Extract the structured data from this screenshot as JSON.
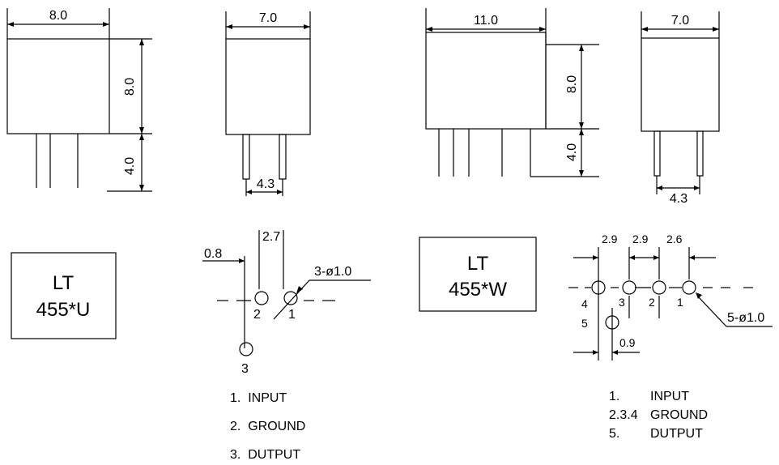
{
  "left_u": {
    "front_width": "8.0",
    "side_width": "7.0",
    "body_height": "8.0",
    "lead_length": "4.0",
    "pin_pitch": "4.3",
    "marking_line1": "LT",
    "marking_line2": "455*U",
    "footprint": {
      "dim_offset": "0.8",
      "dim_spacing": "2.7",
      "hole_callout": "3-ø1.0",
      "pins": [
        "2",
        "1",
        "3"
      ]
    },
    "legend": [
      "1.  INPUT",
      "2.  GROUND",
      "3.  DUTPUT"
    ]
  },
  "right_w": {
    "front_width": "11.0",
    "side_width": "7.0",
    "body_height": "8.0",
    "lead_length": "4.0",
    "pin_pitch": "4.3",
    "marking_line1": "LT",
    "marking_line2": "455*W",
    "footprint": {
      "spacings": [
        "2.9",
        "2.9",
        "2.6"
      ],
      "offset": "0.9",
      "hole_callout": "5-ø1.0",
      "pins": [
        "4",
        "3",
        "2",
        "1",
        "5"
      ]
    },
    "legend": [
      {
        "num": "1.",
        "label": "INPUT"
      },
      {
        "num": "2.3.4",
        "label": "GROUND"
      },
      {
        "num": "5.",
        "label": "DUTPUT"
      }
    ]
  }
}
